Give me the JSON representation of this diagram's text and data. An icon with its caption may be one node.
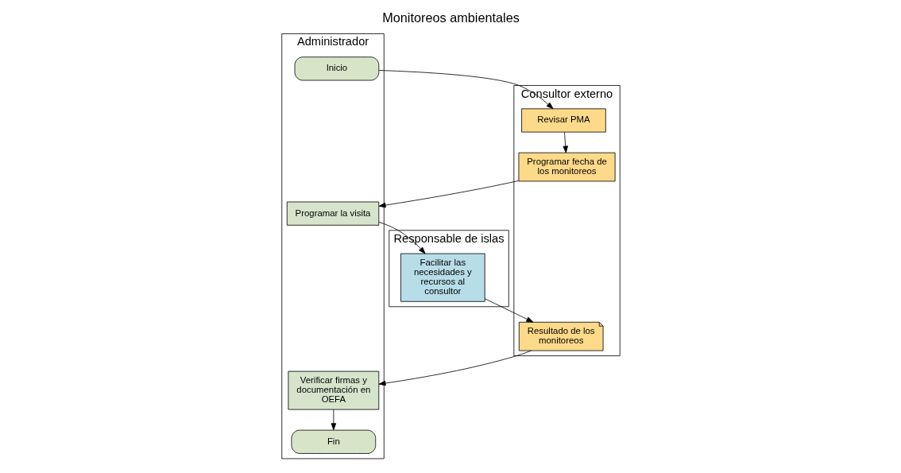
{
  "diagram": {
    "title": "Monitoreos ambientales",
    "nodes": [
      {
        "text": [
          "Administrador"
        ]
      },
      {
        "text": [
          "Consultor externo"
        ]
      },
      {
        "text": [
          "Responsable de islas"
        ]
      },
      {
        "text": [
          "Inicio"
        ],
        "in": 0
      },
      {
        "text": [
          "Revisar PMA"
        ],
        "in": 1
      },
      {
        "text": [
          "Programar fecha de los monitoreos"
        ],
        "in": 1
      },
      {
        "text": [
          "Programar la visita"
        ],
        "in": 0
      },
      {
        "text": [
          "Facilitar las necesidades y recursos al consultor"
        ],
        "in": 2
      },
      {
        "text": [
          "Resultado de los monitoreos"
        ],
        "in": 1
      },
      {
        "text": [
          "Verificar firmas y documentación en OEFA"
        ],
        "in": 0
      },
      {
        "text": [
          "Fin"
        ],
        "in": 0
      }
    ],
    "edges": [
      {
        "from": 3,
        "to": 4,
        "arrow": "to"
      },
      {
        "from": 4,
        "to": 5,
        "arrow": "to"
      },
      {
        "from": 5,
        "to": 6,
        "arrow": "to"
      },
      {
        "from": 6,
        "to": 7,
        "arrow": "to"
      },
      {
        "from": 7,
        "to": 8,
        "arrow": "to"
      },
      {
        "from": 8,
        "to": 9,
        "arrow": "to"
      },
      {
        "from": 9,
        "to": 10,
        "arrow": "to"
      }
    ]
  }
}
